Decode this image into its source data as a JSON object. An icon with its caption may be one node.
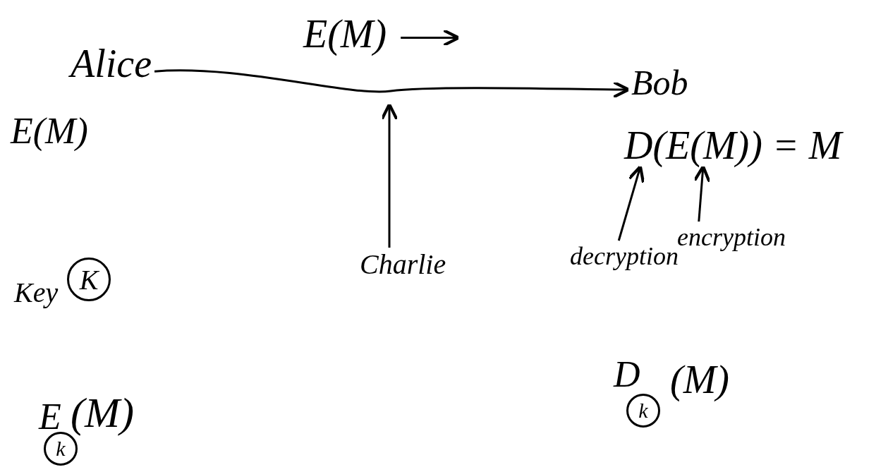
{
  "diagram": {
    "nodes": [
      {
        "text": [
          "Alice"
        ]
      },
      {
        "text": [
          "Bob"
        ]
      },
      {
        "text": [
          "Charlie"
        ]
      },
      {
        "text": [
          "decryption"
        ]
      },
      {
        "text": [
          "encryption"
        ]
      },
      {
        "text": [
          "K"
        ]
      },
      {
        "text": [
          "k"
        ]
      },
      {
        "text": [
          "k"
        ]
      },
      {
        "text": [
          "D(E(M)) = M"
        ]
      }
    ],
    "edges": [
      {
        "from": 0,
        "to": 1,
        "label": "E(M)",
        "arrow": "to"
      },
      {
        "from": 2,
        "to": null,
        "arrow": "to"
      },
      {
        "from": 3,
        "to": 8,
        "arrow": "to"
      },
      {
        "from": 4,
        "to": 8,
        "arrow": "to"
      }
    ],
    "labels": [
      "E(M)",
      "Key",
      "E",
      "(M)",
      "D",
      "(M)"
    ]
  }
}
